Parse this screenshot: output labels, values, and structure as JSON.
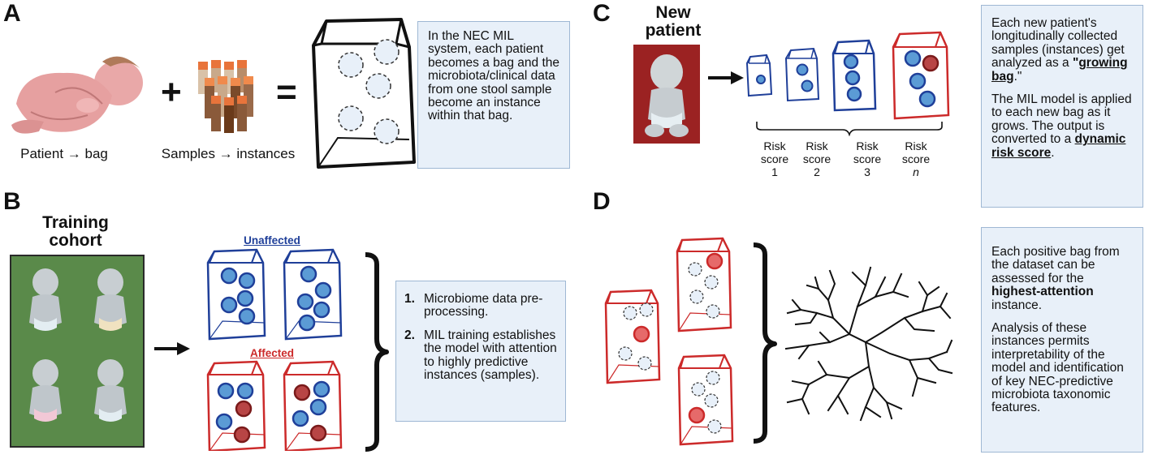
{
  "panels": {
    "a": "A",
    "b": "B",
    "c": "C",
    "d": "D"
  },
  "panel_a": {
    "patient_caption": "Patient → bag",
    "samples_caption": "Samples → instances",
    "plus": "+",
    "equals": "=",
    "text": "In the NEC MIL system, each patient becomes a bag and the microbiota/clinical data from one stool sample become an instance within that bag."
  },
  "panel_b": {
    "training_heading": "Training cohort",
    "unaffected_label": "Unaffected",
    "affected_label": "Affected",
    "steps": [
      {
        "num": "1.",
        "text": "Microbiome data pre-processing."
      },
      {
        "num": "2.",
        "text": "MIL training establishes the model with attention to highly predictive instances (samples)."
      }
    ]
  },
  "panel_c": {
    "new_patient_heading": "New patient",
    "risk_scores": [
      {
        "line1": "Risk",
        "line2": "score",
        "line3": "1"
      },
      {
        "line1": "Risk",
        "line2": "score",
        "line3": "2"
      },
      {
        "line1": "Risk",
        "line2": "score",
        "line3": "3"
      },
      {
        "line1": "Risk",
        "line2": "score",
        "line3": "n"
      }
    ],
    "text1_before": "Each new patient's longitudinally collected samples (instances) get analyzed as a ",
    "text1_quote_open": "\"",
    "text1_bold": "growing bag",
    "text1_after": ".\"",
    "text2_before": "The MIL model is applied to each new bag as it grows. The output is converted to a ",
    "text2_bold": "dynamic risk score",
    "text2_after": "."
  },
  "panel_d": {
    "text1_before": "Each positive bag from the dataset can be assessed for the ",
    "text1_bold": "highest-attention",
    "text1_after": " instance.",
    "text2": "Analysis of these instances permits interpretability of the model and identification of key NEC-predictive microbiota taxonomic features."
  },
  "colors": {
    "unaffected_blue": "#1f3f99",
    "affected_red": "#cc2a2a",
    "instance_blue": "#5b9bd5",
    "instance_red": "#b84545",
    "attention_red": "#e66a6a",
    "textbox_bg": "#e8f0f9",
    "cohort_green": "#5a8a4a",
    "patient_dark_red": "#9b2222"
  }
}
